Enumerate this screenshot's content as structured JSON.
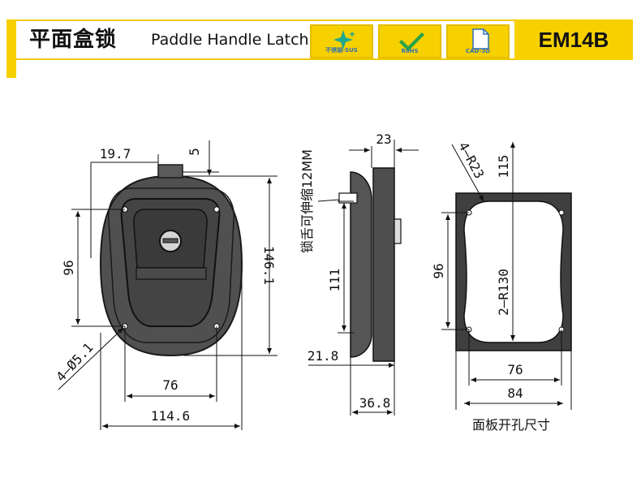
{
  "header": {
    "title_cn": "平面盒锁",
    "title_en": "Paddle Handle Latch",
    "model": "EM14B",
    "badges": [
      {
        "label": "不锈钢-SUS",
        "icon": "sparkle-icon"
      },
      {
        "label": "RoHS",
        "icon": "checkmark-icon"
      },
      {
        "label": "CAD-3D",
        "icon": "document-icon"
      }
    ]
  },
  "front_view": {
    "dim_width_total": "114.6",
    "dim_hole_spacing_h": "76",
    "dim_hole_spacing_v": "96",
    "dim_height_total": "146.1",
    "dim_tab_offset": "19.7",
    "dim_tab_gap": "5",
    "dim_holes": "4—Ø5.1"
  },
  "side_view": {
    "dim_flange": "23",
    "dim_body_height": "111",
    "dim_depth": "21.8",
    "dim_total_depth": "36.8",
    "note_adjustable": "锁舌可伸缩12MM"
  },
  "cutout_view": {
    "dim_corner_radius": "4—R23",
    "dim_top_height": "115",
    "dim_hole_spacing_v": "96",
    "dim_side_radius": "2—R130",
    "dim_hole_spacing_h": "76",
    "dim_width": "84",
    "caption": "面板开孔尺寸"
  }
}
